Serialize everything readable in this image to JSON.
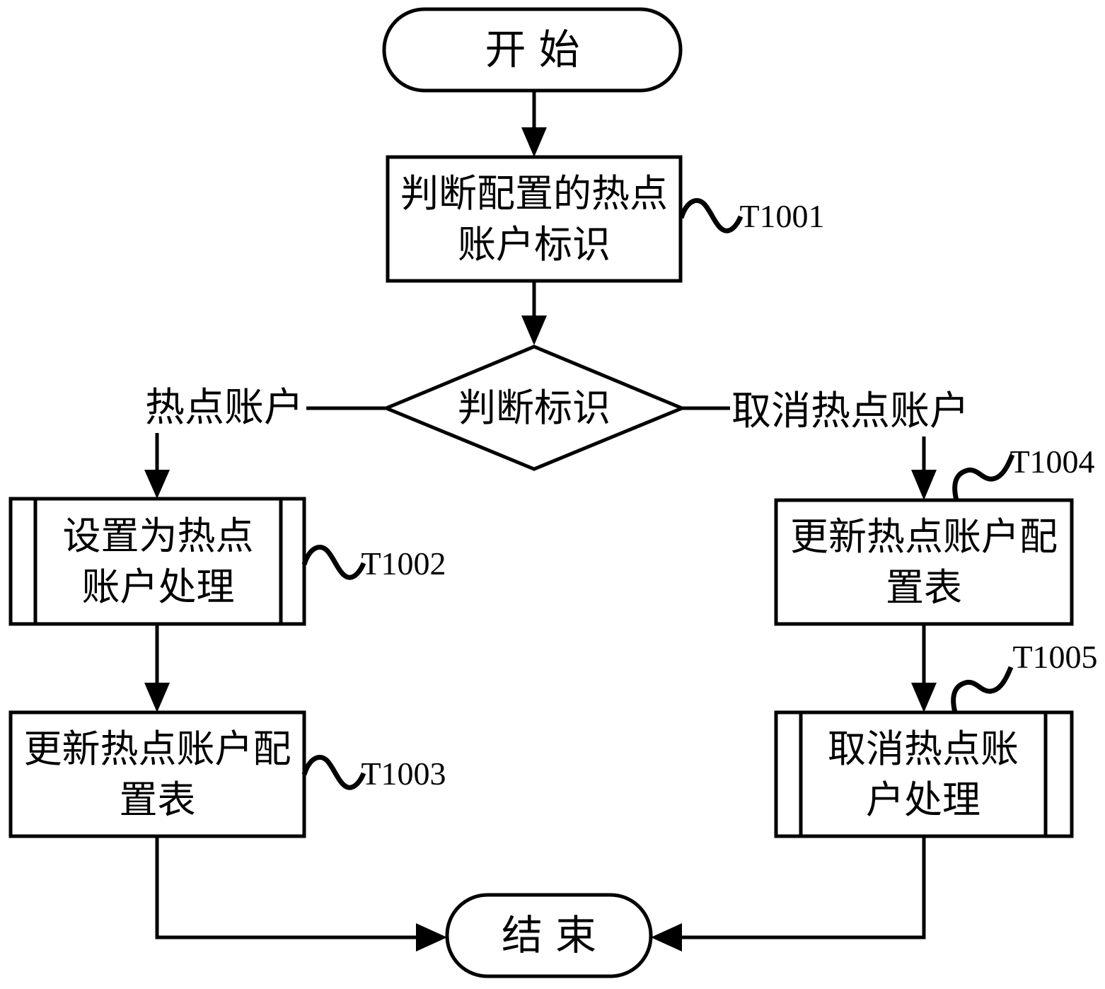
{
  "colors": {
    "line": "#000000",
    "background": "#ffffff",
    "text": "#000000"
  },
  "nodes": {
    "start": {
      "label": "开始",
      "shape": "terminator"
    },
    "judge_config": {
      "label": "判断配置的热点\n账户标识",
      "ref": "T1001",
      "shape": "process"
    },
    "judge_flag": {
      "label": "判断标识",
      "shape": "decision"
    },
    "set_hotspot": {
      "label": "设置为热点\n账户处理",
      "ref": "T1002",
      "shape": "predefined-process"
    },
    "update_table_left": {
      "label": "更新热点账户配\n置表",
      "ref": "T1003",
      "shape": "process"
    },
    "update_table_right": {
      "label": "更新热点账户配\n置表",
      "ref": "T1004",
      "shape": "process"
    },
    "cancel_hotspot": {
      "label": "取消热点账\n户处理",
      "ref": "T1005",
      "shape": "predefined-process"
    },
    "end": {
      "label": "结束",
      "shape": "terminator"
    }
  },
  "branch_labels": {
    "left": "热点账户",
    "right": "取消热点账户"
  }
}
